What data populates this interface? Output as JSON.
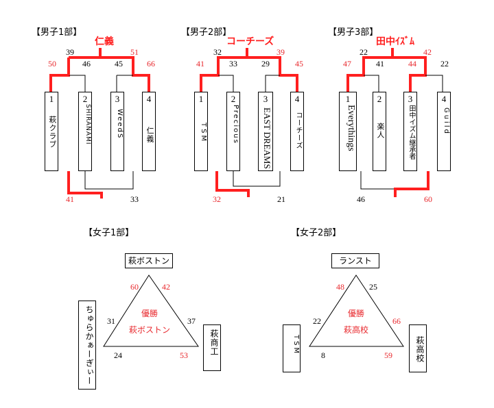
{
  "mens": [
    {
      "label": "【男子1部】",
      "champion": "仁義",
      "teams": [
        {
          "seed": "1",
          "name": "萩クラブ"
        },
        {
          "seed": "2",
          "name": "SHIRANAMI"
        },
        {
          "seed": "3",
          "name": "WeedS"
        },
        {
          "seed": "4",
          "name": "仁義"
        }
      ],
      "scores": {
        "final_left": "39",
        "final_right": "51",
        "sf1_left": "50",
        "sf1_right": "46",
        "sf2_left": "45",
        "sf2_right": "66",
        "third_left": "41",
        "third_right": "33"
      }
    },
    {
      "label": "【男子2部】",
      "champion": "コーチーズ",
      "teams": [
        {
          "seed": "1",
          "name": "TSM"
        },
        {
          "seed": "2",
          "name": "Precious"
        },
        {
          "seed": "3",
          "name": "EAST DREAMS"
        },
        {
          "seed": "4",
          "name": "コーチーズ"
        }
      ],
      "scores": {
        "final_left": "32",
        "final_right": "39",
        "sf1_left": "41",
        "sf1_right": "33",
        "sf2_left": "29",
        "sf2_right": "45",
        "third_left": "32",
        "third_right": "21"
      }
    },
    {
      "label": "【男子3部】",
      "champion": "田中ｲｽﾞﾑ",
      "teams": [
        {
          "seed": "1",
          "name": "Everythings"
        },
        {
          "seed": "2",
          "name": "楽人"
        },
        {
          "seed": "3",
          "name": "田中イズム継承者"
        },
        {
          "seed": "4",
          "name": "Guild"
        }
      ],
      "scores": {
        "final_left": "22",
        "final_right": "42",
        "sf1_left": "47",
        "sf1_right": "41",
        "sf2_left": "44",
        "sf2_right": "22",
        "third_left": "46",
        "third_right": "60"
      }
    }
  ],
  "womens": [
    {
      "label": "【女子1部】",
      "top_team": "萩ボストン",
      "left_team": "ちゅらかぁーぎぃー",
      "right_team": "萩商工",
      "winner_label": "優勝",
      "winner_name": "萩ボストン",
      "scores": {
        "top_left": "60",
        "top_right": "42",
        "left_top": "31",
        "right_top": "37",
        "left_bottom": "24",
        "right_bottom": "53"
      }
    },
    {
      "label": "【女子2部】",
      "top_team": "ランスト",
      "left_team": "TSM",
      "right_team": "萩高校",
      "winner_label": "優勝",
      "winner_name": "萩高校",
      "scores": {
        "top_left": "48",
        "top_right": "25",
        "left_top": "22",
        "right_top": "66",
        "left_bottom": "8",
        "right_bottom": "59"
      }
    }
  ],
  "colors": {
    "winner_line": "#ff1f1f",
    "score_red": "#e8282d",
    "line": "#000000"
  }
}
